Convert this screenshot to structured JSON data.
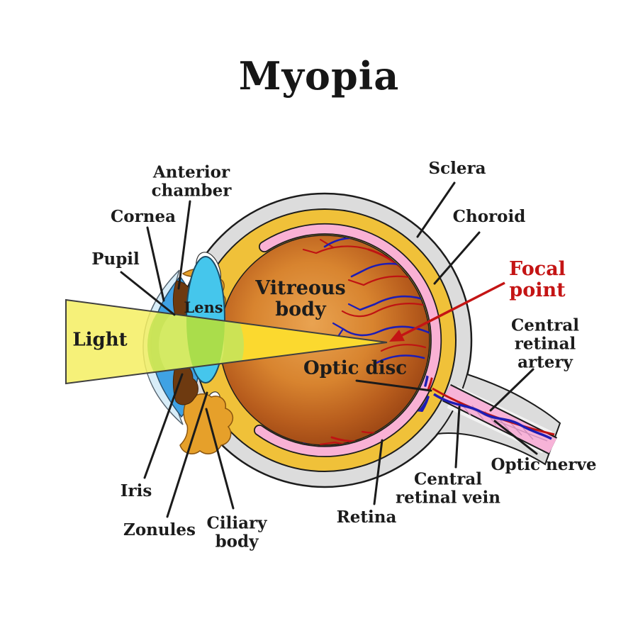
{
  "title": "Myopia",
  "labels": {
    "cornea": "Cornea",
    "anterior_chamber": "Anterior chamber",
    "pupil": "Pupil",
    "light": "Light",
    "lens": "Lens",
    "iris": "Iris",
    "zonules": "Zonules",
    "ciliary_body": "Ciliary body",
    "vitreous_body": "Vitreous body",
    "optic_disc": "Optic disc",
    "retina": "Retina",
    "sclera": "Sclera",
    "choroid": "Choroid",
    "focal_point": "Focal point",
    "central_retinal_artery": "Central retinal artery",
    "central_retinal_vein": "Central retinal vein",
    "optic_nerve": "Optic nerve"
  },
  "colors": {
    "label_color": "#1c1c1c",
    "annotation_red": "#c41414",
    "sclera_gray": "#dcdcdc",
    "choroid_gold": "#f0c139",
    "retina_pink": "#f9b1d4",
    "vitreous_center": "#e9a351",
    "vitreous_edge": "#964112",
    "cornea_outer": "#d8edf8",
    "anterior_chamber_blue": "#3fa2e4",
    "lens_cyan": "#45c6ec",
    "iris_brown": "#6e3a10",
    "ciliary_gold": "#e6a02a",
    "light_beam_yellow": "#f4ee62",
    "beam_inside_eye": "#fbd92f",
    "vein_blue": "#1d1db5",
    "artery_red": "#bf1313"
  }
}
